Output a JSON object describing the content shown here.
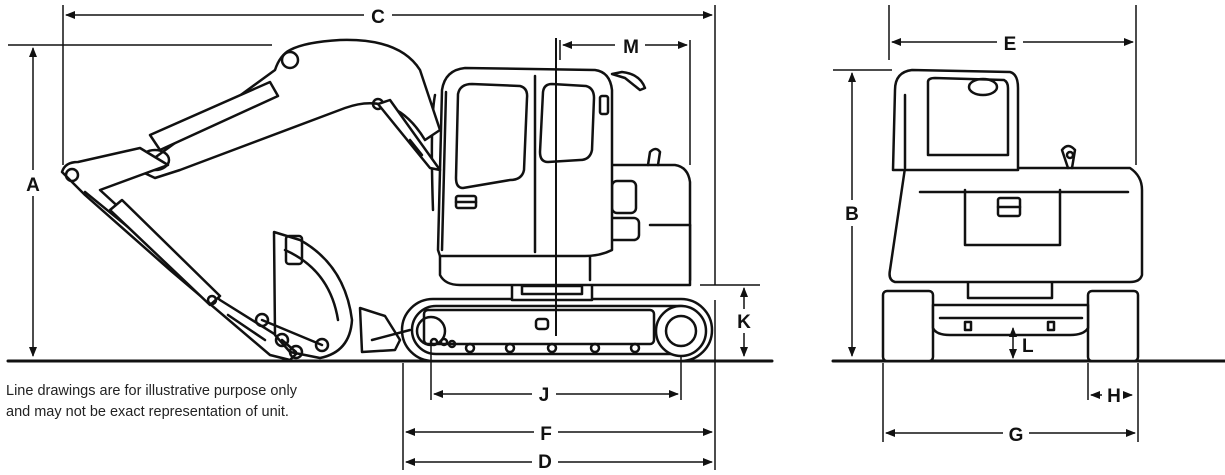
{
  "dimensions": {
    "A": "A",
    "B": "B",
    "C": "C",
    "D": "D",
    "E": "E",
    "F": "F",
    "G": "G",
    "H": "H",
    "J": "J",
    "K": "K",
    "L": "L",
    "M": "M"
  },
  "note": {
    "line1": "Line drawings are for illustrative purpose only",
    "line2": "and may not be exact representation of unit."
  },
  "colors": {
    "line": "#111111",
    "background": "#ffffff"
  }
}
